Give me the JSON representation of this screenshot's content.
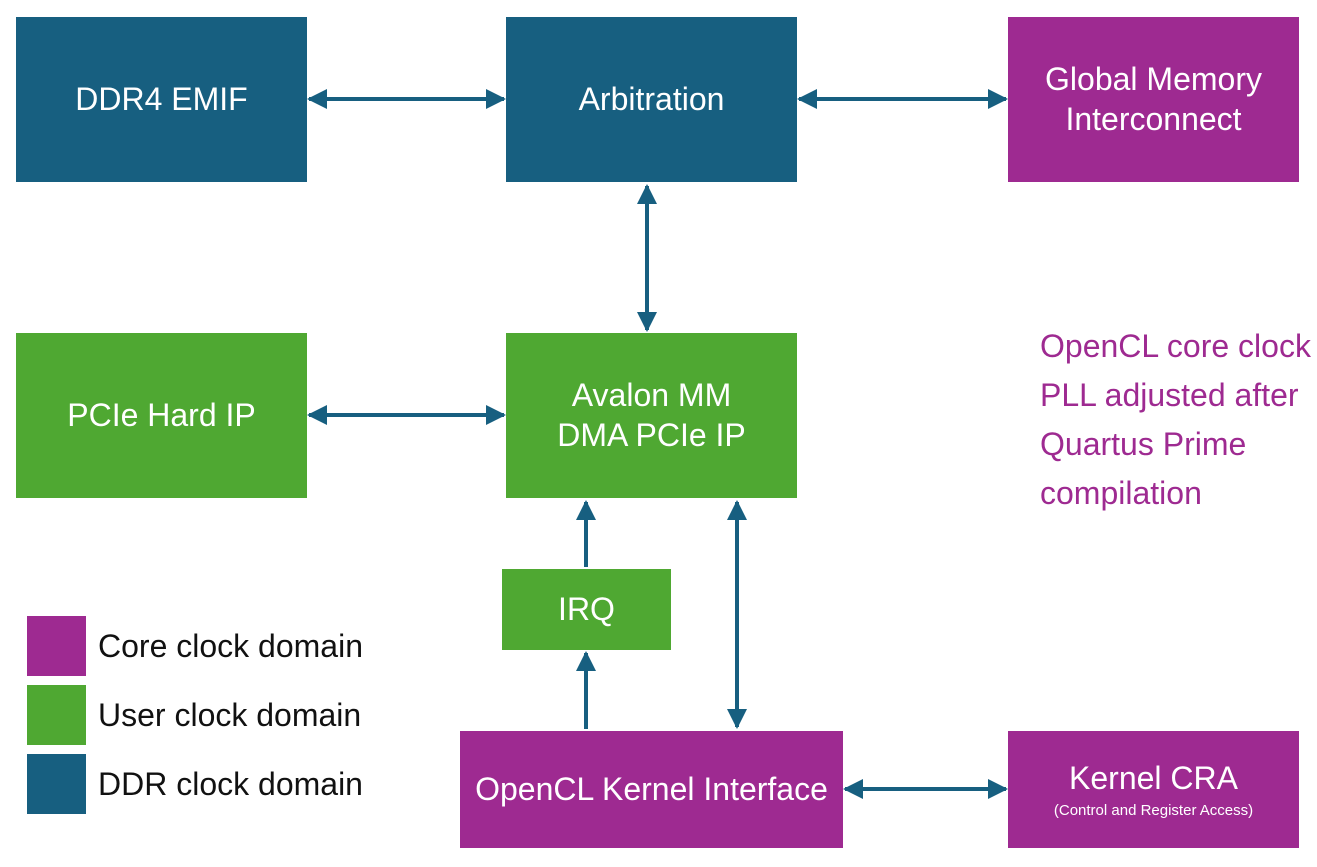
{
  "colors": {
    "core": "#9e2a91",
    "user": "#4fa832",
    "ddr": "#175f80",
    "arrow": "#175f80",
    "note_text": "#9e2a91"
  },
  "blocks": {
    "ddr4_emif": {
      "lines": [
        "DDR4 EMIF"
      ]
    },
    "arbitration": {
      "lines": [
        "Arbitration"
      ]
    },
    "global_memory_interconnect": {
      "lines": [
        "Global Memory",
        "Interconnect"
      ]
    },
    "pcie_hard_ip": {
      "lines": [
        "PCIe Hard IP"
      ]
    },
    "avalon_mm_dma": {
      "lines": [
        "Avalon MM",
        "DMA PCIe IP"
      ]
    },
    "irq": {
      "lines": [
        "IRQ"
      ]
    },
    "opencl_kernel_interface": {
      "lines": [
        "OpenCL Kernel Interface"
      ]
    },
    "kernel_cra": {
      "lines": [
        "Kernel CRA"
      ],
      "subtitle": "(Control and Register Access)"
    }
  },
  "note": {
    "lines": [
      "OpenCL core clock",
      "PLL adjusted after",
      "Quartus Prime",
      "compilation"
    ]
  },
  "legend": {
    "items": [
      {
        "label": "Core clock domain",
        "color": "#9e2a91"
      },
      {
        "label": "User clock domain",
        "color": "#4fa832"
      },
      {
        "label": "DDR clock domain",
        "color": "#175f80"
      }
    ]
  }
}
